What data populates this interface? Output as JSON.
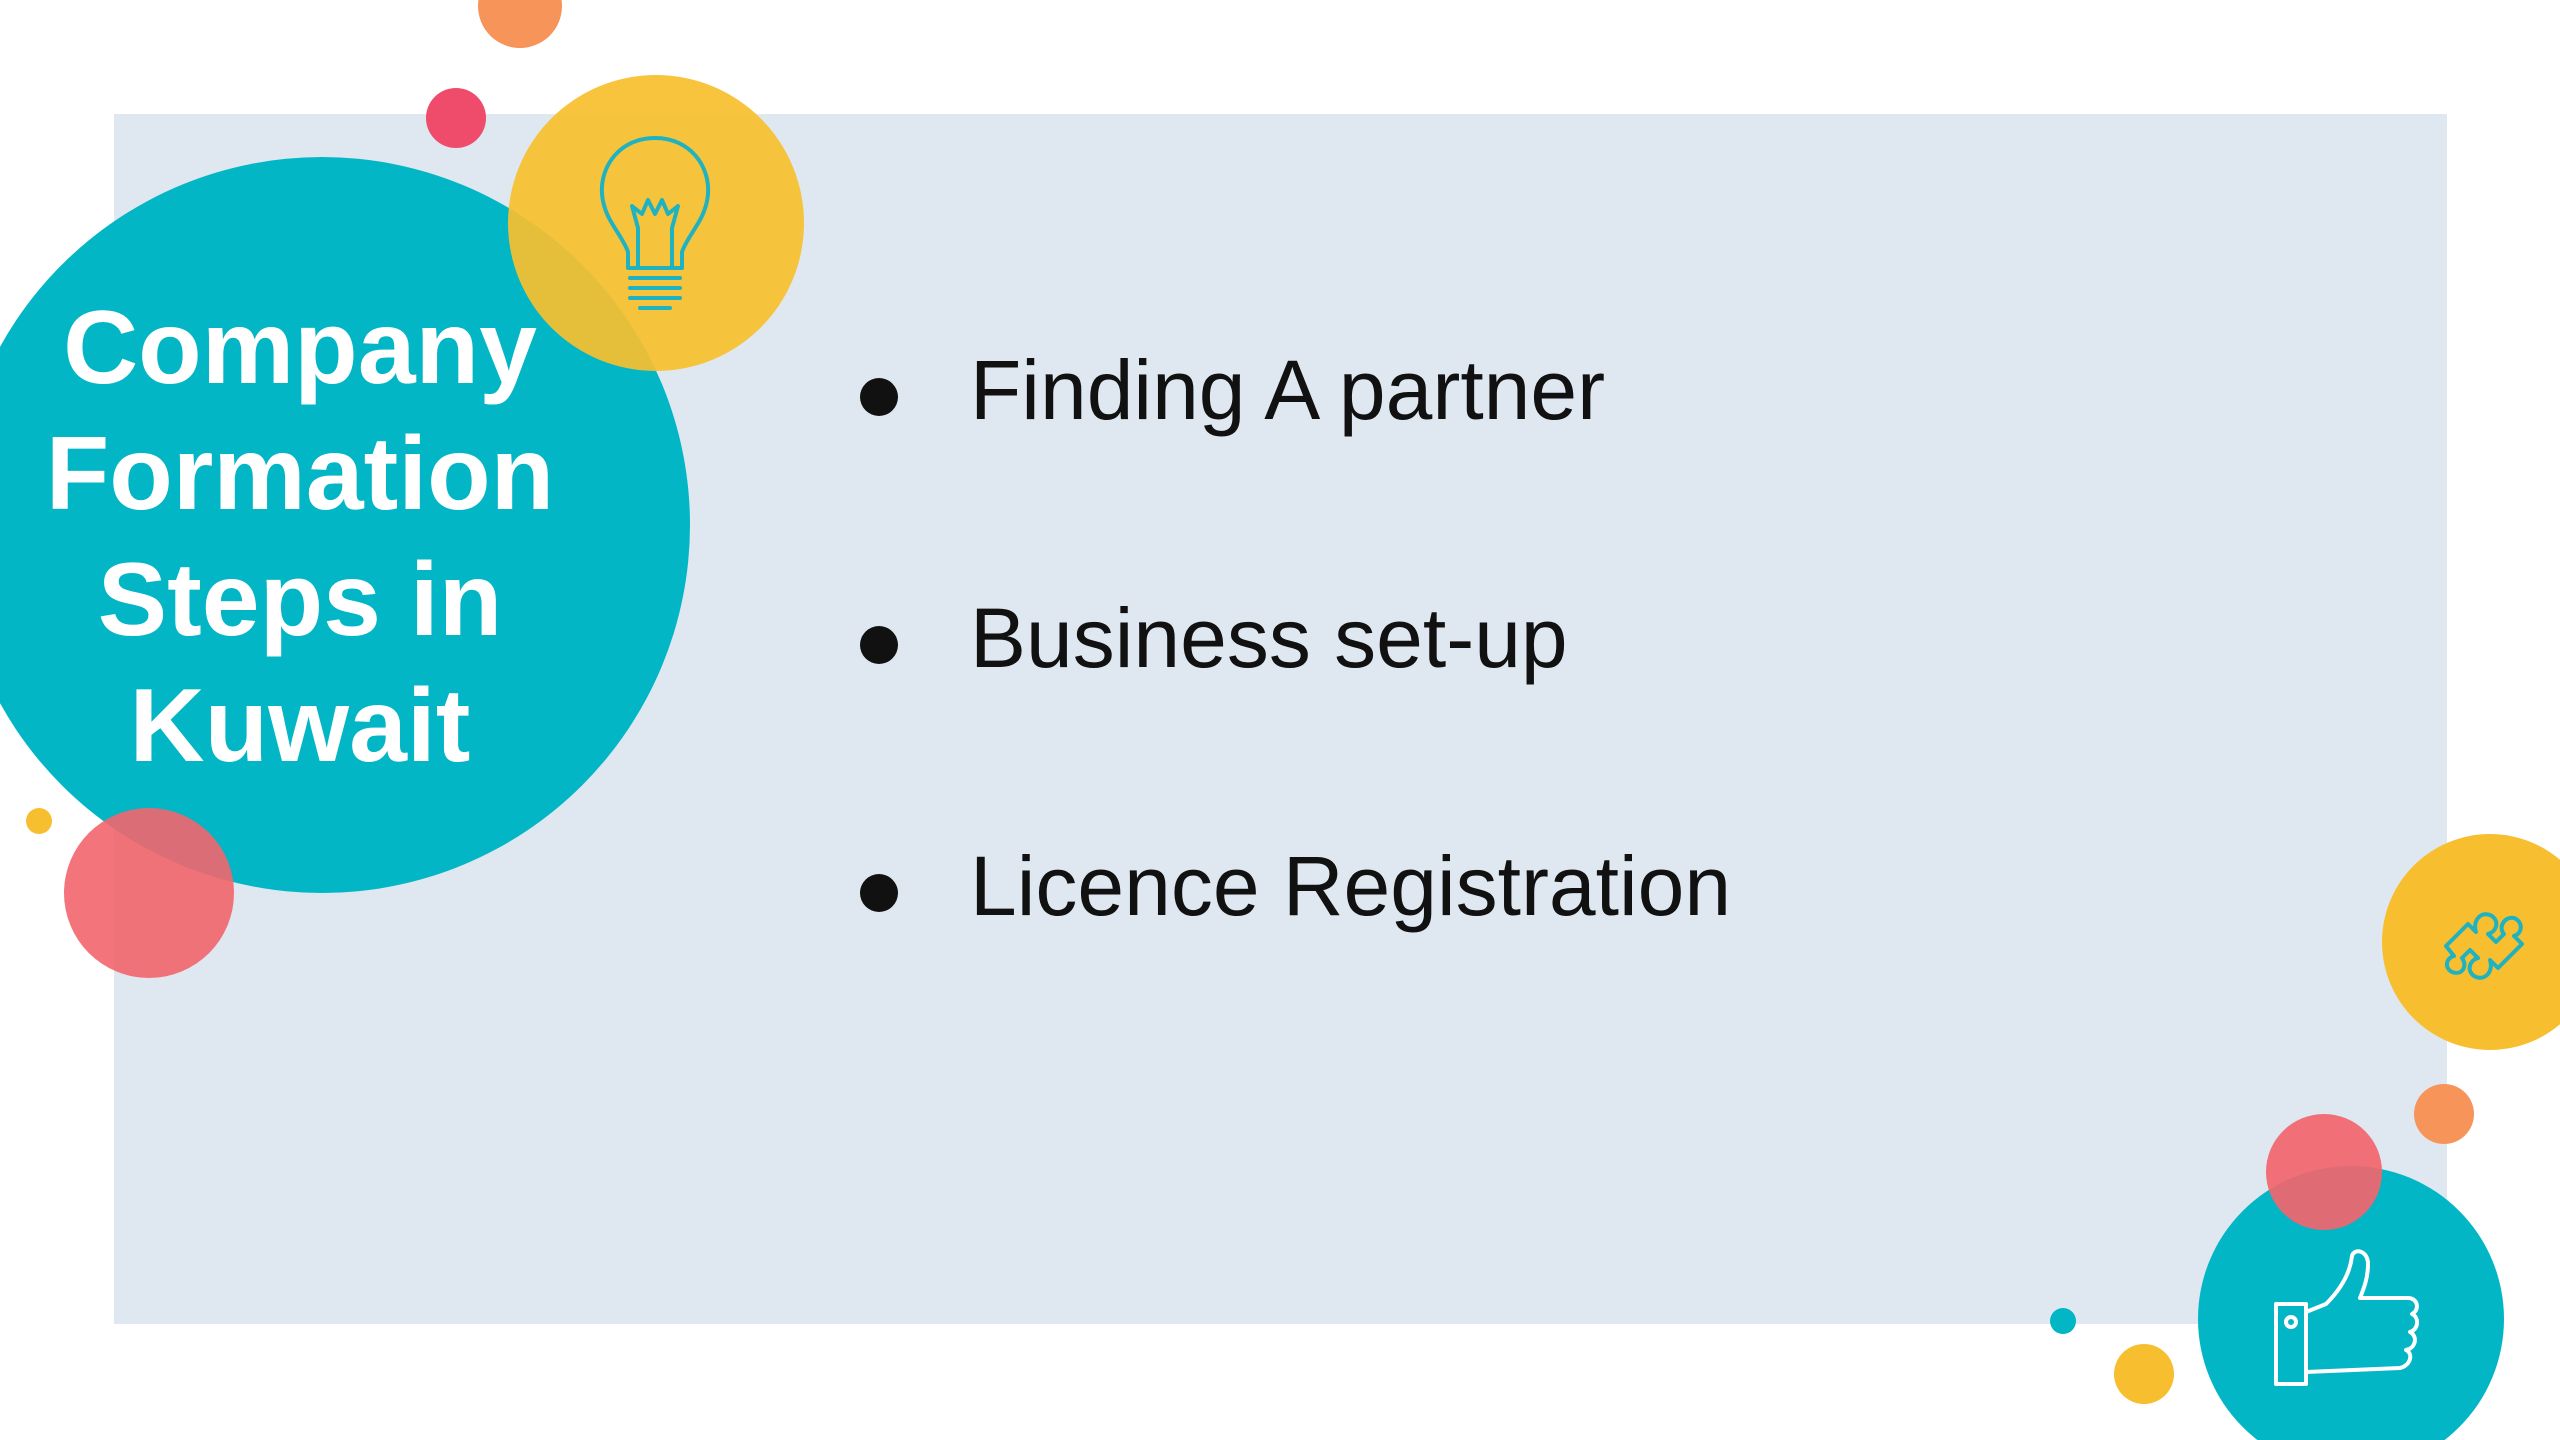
{
  "slide": {
    "title": "Company\nFormation\nSteps in\nKuwait",
    "bullets": [
      "Finding A partner",
      "Business set-up",
      "Licence Registration"
    ]
  },
  "icons": {
    "bulb": "lightbulb-icon",
    "puzzle": "puzzle-piece-icon",
    "thumb": "thumbs-up-icon"
  },
  "colors": {
    "teal": "#03b6c6",
    "yellow": "#f7bf2f",
    "coral": "#f2656c",
    "orange": "#f69459",
    "pink": "#ef4b6a",
    "panel": "#dfe8f1",
    "text": "#111111",
    "title_text": "#ffffff",
    "icon_stroke": "#1fb2c1"
  }
}
